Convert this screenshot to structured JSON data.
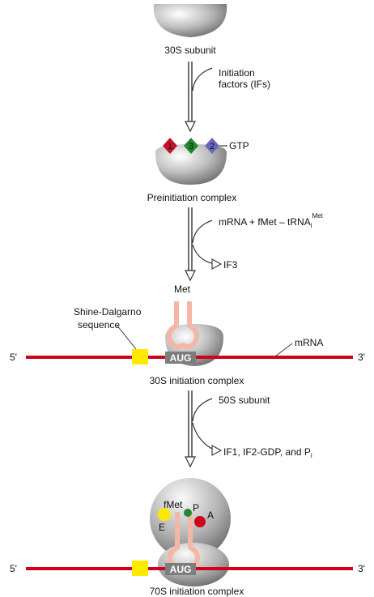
{
  "stages": {
    "subunit_30s": "30S subunit",
    "preinitiation": "Preinitiation complex",
    "initiation_30s": "30S initiation complex",
    "initiation_70s": "70S initiation complex"
  },
  "step1": {
    "line1": "Initiation",
    "line2": "factors (IFs)"
  },
  "factors": {
    "if1": "1",
    "if3": "3",
    "if2": "2",
    "gtp": "GTP"
  },
  "step2": {
    "input_main": "mRNA + fMet – tRNA",
    "input_sub": "i",
    "input_sup": "Met",
    "output": "IF3"
  },
  "step3": {
    "input": "50S subunit",
    "output_main": "IF1, IF2-GDP, and P",
    "output_sub": "i"
  },
  "labels": {
    "met": "Met",
    "shine_line1": "Shine-Dalgarno",
    "shine_line2": "sequence",
    "mrna": "mRNA",
    "five_prime_a": "5'",
    "three_prime_a": "3'",
    "aug_a": "AUG",
    "fmet": "fMet",
    "site_p": "P",
    "site_a": "A",
    "site_e": "E",
    "five_prime_b": "5'",
    "three_prime_b": "3'",
    "aug_b": "AUG"
  },
  "colors": {
    "mrna": "#d0021b",
    "shine_dalgarno": "#ffea00",
    "if1": "#c0122a",
    "if3": "#1f8a2e",
    "if2": "#6a67c2",
    "trna": "#f4b6a6",
    "site_e": "#ffe800",
    "site_p": "#1f8a2e",
    "site_a": "#d0021b"
  }
}
